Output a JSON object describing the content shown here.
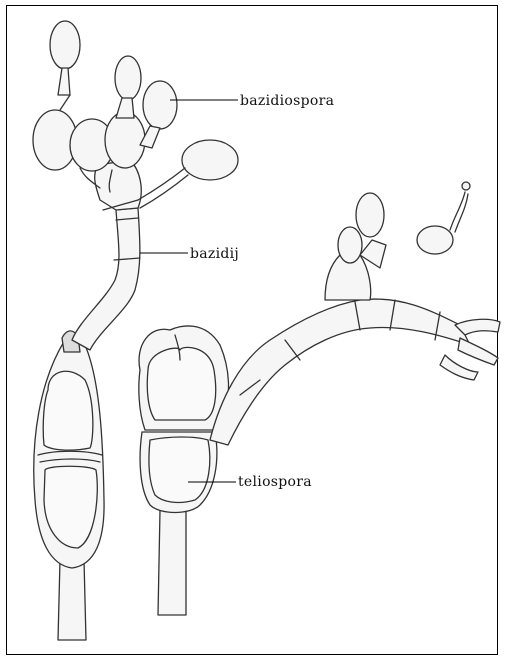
{
  "figure": {
    "labels": {
      "bazidiospora": "bazidiospora",
      "bazidij": "bazidij",
      "teliospora": "teliospora"
    },
    "colors": {
      "ink": "#333333",
      "fill": "#f6f6f6",
      "leader": "#000000"
    }
  }
}
